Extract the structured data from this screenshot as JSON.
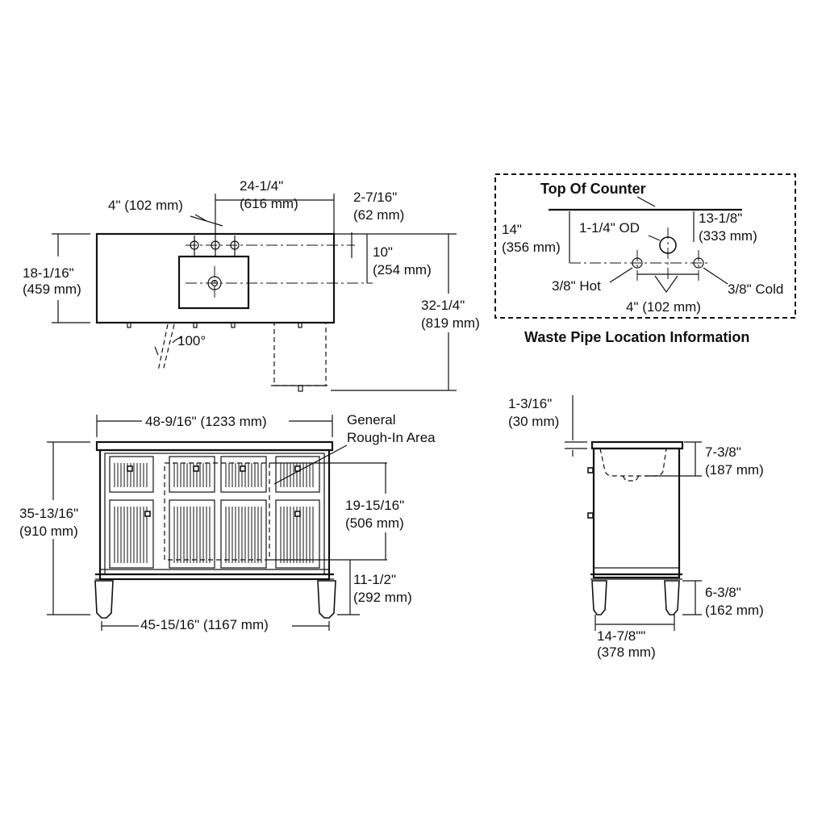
{
  "top_view": {
    "hole_spacing": "4\" (102 mm)",
    "width_in": "24-1/4\"",
    "width_mm": "(616 mm)",
    "edge_in": "2-7/16\"",
    "edge_mm": "(62 mm)",
    "depth_in": "18-1/16\"",
    "depth_mm": "(459 mm)",
    "center_in": "10\"",
    "center_mm": "(254 mm)",
    "total_in": "32-1/4\"",
    "total_mm": "(819 mm)",
    "angle": "100°"
  },
  "waste_pipe": {
    "title": "Waste Pipe Location Information",
    "counter_label": "Top Of Counter",
    "height_in": "14\"",
    "height_mm": "(356 mm)",
    "od_label": "1-1/4\" OD",
    "offset_in": "13-1/8\"",
    "offset_mm": "(333 mm)",
    "hot_label": "3/8\" Hot",
    "cold_label": "3/8\" Cold",
    "spacing_label": "4\" (102 mm)"
  },
  "front_view": {
    "top_width": "48-9/16\" (1233 mm)",
    "bottom_width": "45-15/16\" (1167 mm)",
    "height_in": "35-13/16\"",
    "height_mm": "(910 mm)",
    "rough_in_line1": "General",
    "rough_in_line2": "Rough-In Area",
    "rough_h_in": "19-15/16\"",
    "rough_h_mm": "(506 mm)",
    "floor_h_in": "11-1/2\"",
    "floor_h_mm": "(292 mm)"
  },
  "side_view": {
    "counter_in": "1-3/16\"",
    "counter_mm": "(30 mm)",
    "basin_in": "7-3/8\"",
    "basin_mm": "(187 mm)",
    "leg_in": "6-3/8\"",
    "leg_mm": "(162 mm)",
    "depth_in": "14-7/8\"\"",
    "depth_mm": "(378 mm)"
  }
}
